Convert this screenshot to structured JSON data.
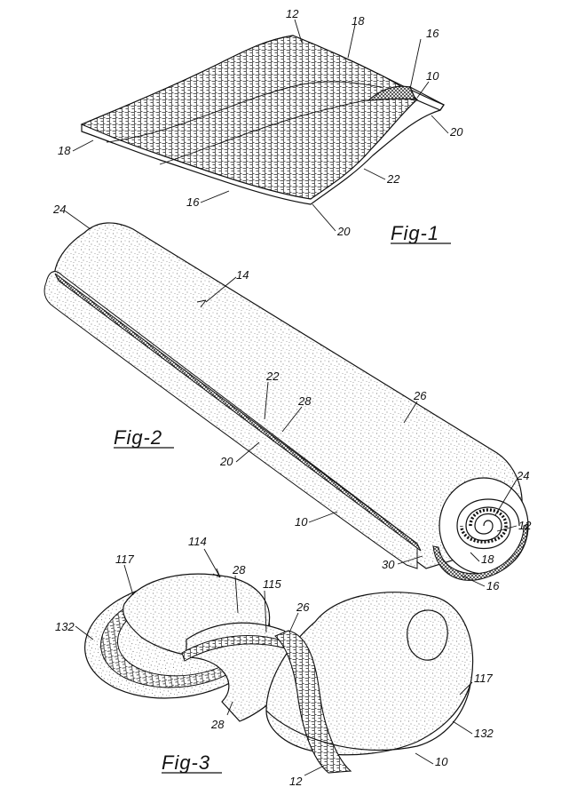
{
  "figures": [
    {
      "id": "fig1",
      "label": "Fig-1"
    },
    {
      "id": "fig2",
      "label": "Fig-2"
    },
    {
      "id": "fig3",
      "label": "Fig-3"
    }
  ],
  "fig1_refs": [
    "12",
    "18",
    "16",
    "10",
    "20",
    "18",
    "22",
    "16",
    "20"
  ],
  "fig2_refs": [
    "24",
    "14",
    "22",
    "28",
    "26",
    "20",
    "24",
    "12",
    "10",
    "30",
    "18",
    "16"
  ],
  "fig3_refs": [
    "114",
    "117",
    "28",
    "115",
    "26",
    "132",
    "117",
    "28",
    "132",
    "10",
    "12"
  ],
  "colors": {
    "ink": "#111111",
    "paper": "#ffffff"
  }
}
